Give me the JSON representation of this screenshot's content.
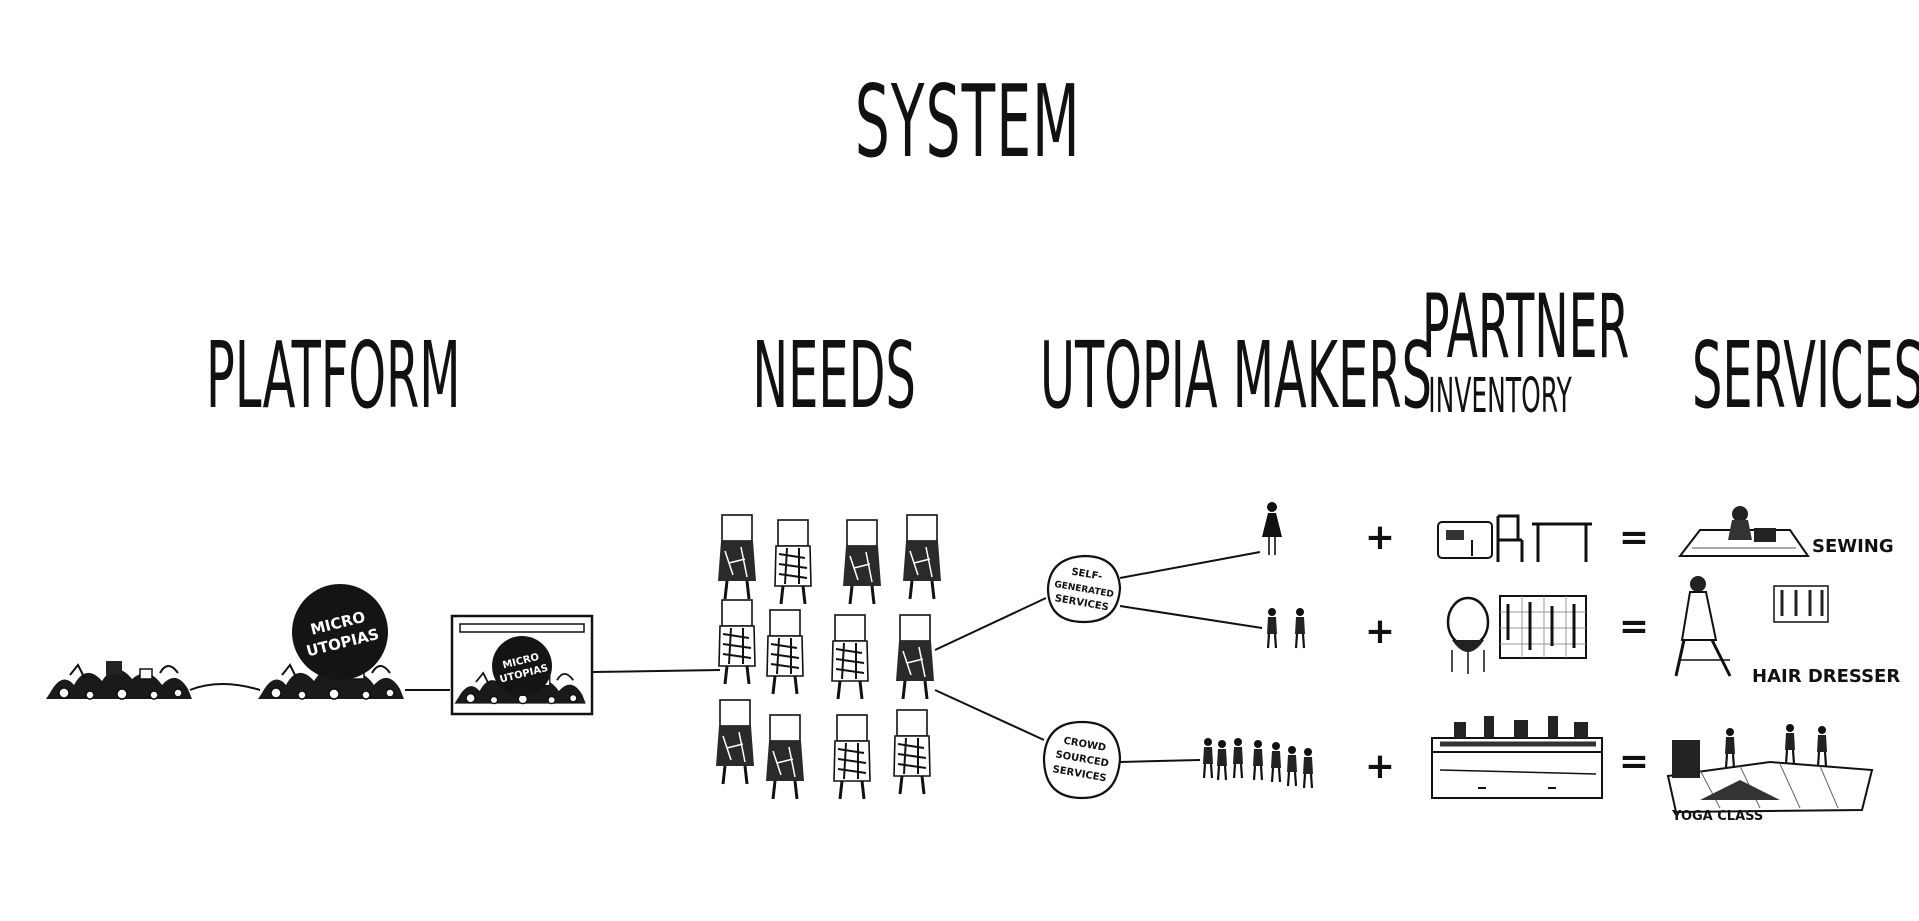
{
  "title": "SYSTEM",
  "columns": {
    "platform": "PLATFORM",
    "needs": "NEEDS",
    "utopia_makers": "UTOPIA MAKERS",
    "partner_line1": "PARTNER",
    "partner_line2": "INVENTORY",
    "services": "SERVICES"
  },
  "platform": {
    "ball_label": "MICRO UTOPIAS",
    "ball_line1": "MICRO",
    "ball_line2": "UTOPIAS",
    "screen_line1": "MICRO",
    "screen_line2": "UTOPIAS"
  },
  "hubs": {
    "self_line1": "SELF-",
    "self_line2": "GENERATED",
    "self_line3": "SERVICES",
    "crowd_line1": "CROWD",
    "crowd_line2": "SOURCED",
    "crowd_line3": "SERVICES"
  },
  "operators": {
    "plus": "+",
    "equals": "="
  },
  "services": {
    "sewing": "SEWING",
    "hair_dresser": "HAIR DRESSER",
    "yoga_class": "YOGA CLASS"
  },
  "icons": {
    "clutter": "scrap-pile-sketch",
    "person": "person-holding-sign-sketch",
    "sewing_machine": "sewing-machine-sketch",
    "chair": "chair-sketch",
    "table": "table-sketch",
    "mirror": "mirror-sketch",
    "pegboard": "pegboard-sketch",
    "shelf": "shelf-sketch"
  },
  "colors": {
    "ink": "#111111",
    "background": "#ffffff"
  }
}
